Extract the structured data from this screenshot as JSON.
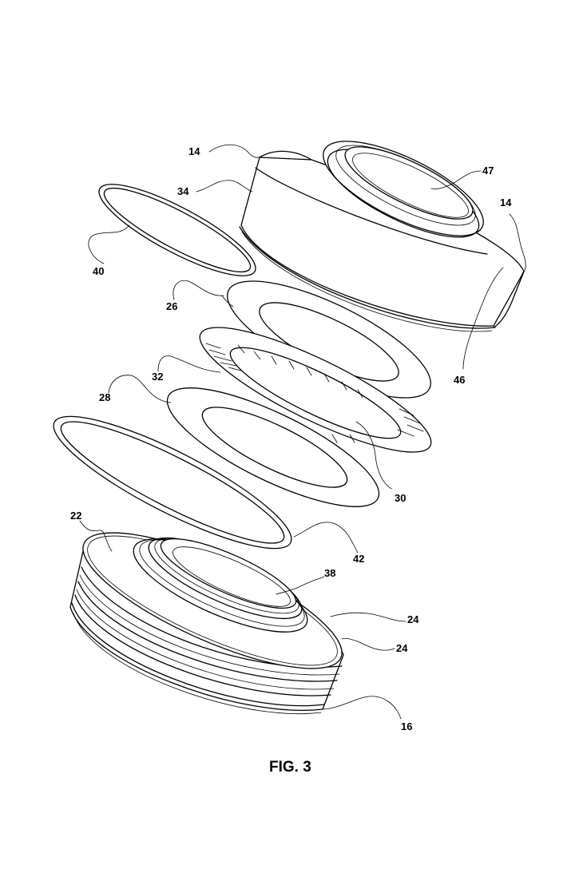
{
  "labels": {
    "l14a": "14",
    "l14b": "14",
    "l34": "34",
    "l47": "47",
    "l40": "40",
    "l26": "26",
    "l46": "46",
    "l32": "32",
    "l28": "28",
    "l30": "30",
    "l22": "22",
    "l42": "42",
    "l38": "38",
    "l24a": "24",
    "l24b": "24",
    "l16": "16"
  },
  "caption": "FIG. 3"
}
